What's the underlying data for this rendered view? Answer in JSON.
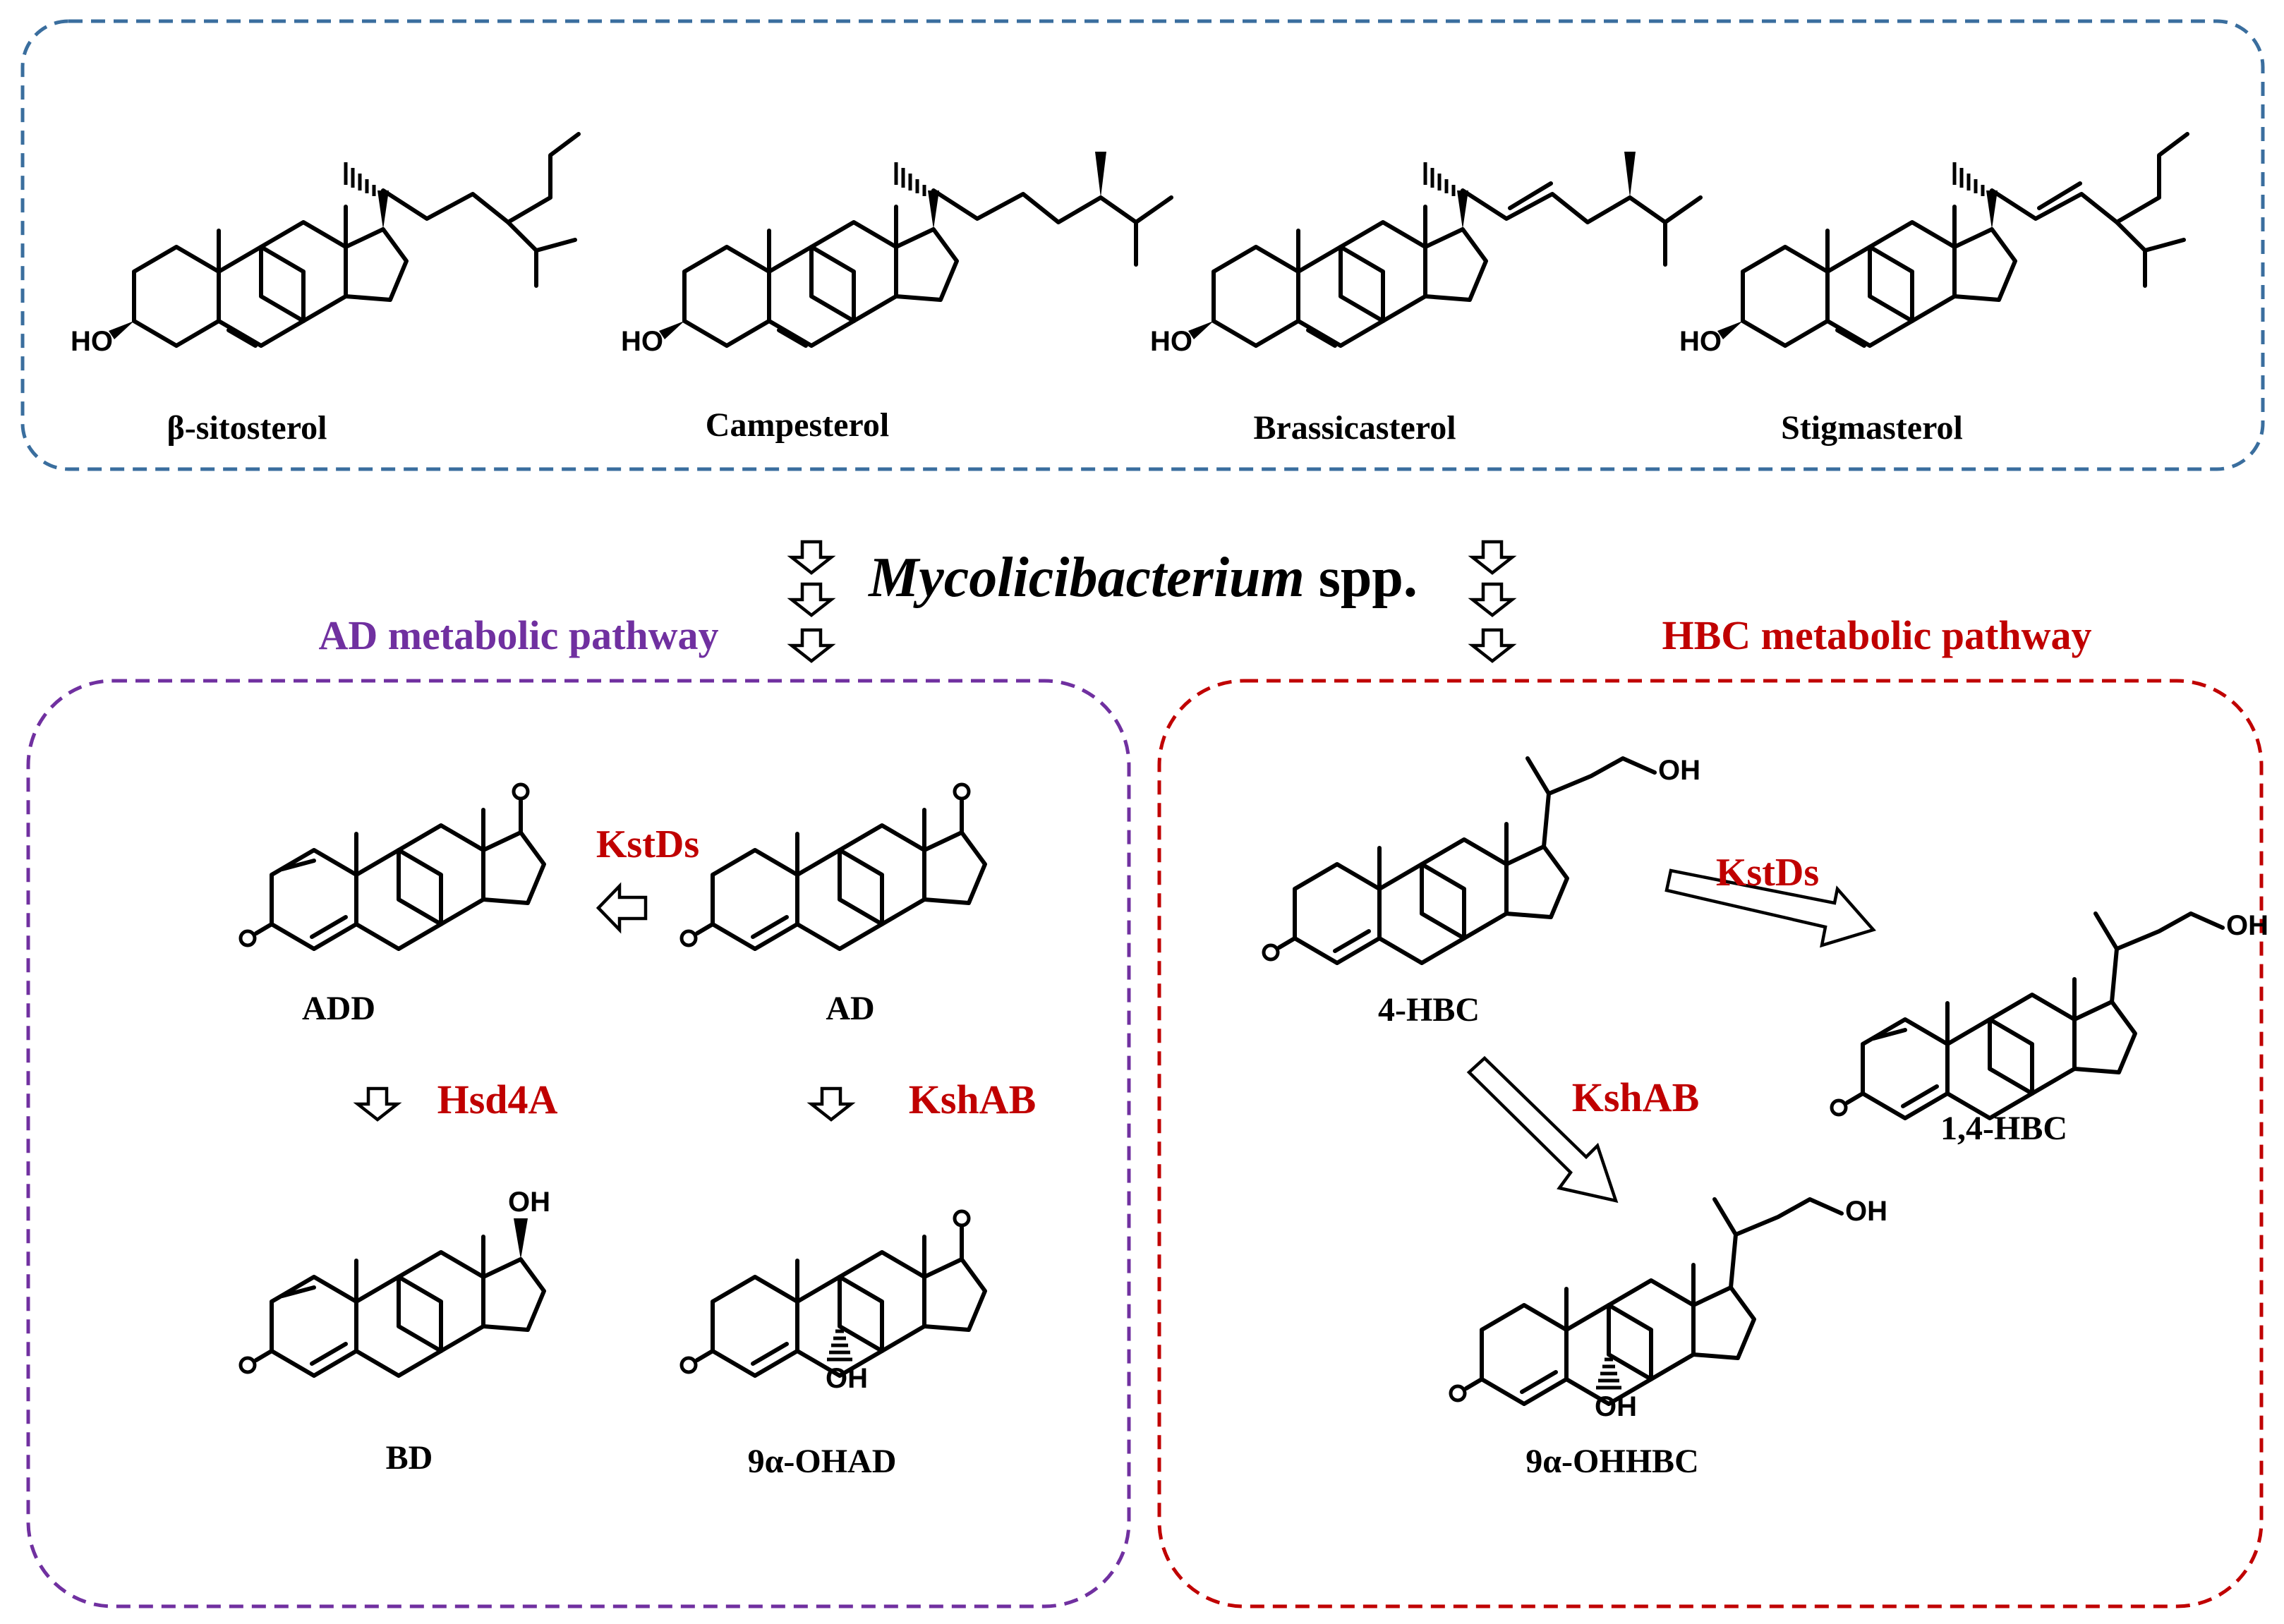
{
  "sterols": {
    "beta_sitosterol": "β-sitosterol",
    "campesterol": "Campesterol",
    "brassicasterol": "Brassicasterol",
    "stigmasterol": "Stigmasterol"
  },
  "organism": {
    "genus": "Mycolicibacterium",
    "suffix": " spp."
  },
  "pathways": {
    "ad": {
      "title": "AD metabolic pathway",
      "color": "#7030A0",
      "compounds": {
        "add": "ADD",
        "ad": "AD",
        "bd": "BD",
        "ohad": "9α-OHAD"
      },
      "enzymes": {
        "kstds": "KstDs",
        "hsd4a": "Hsd4A",
        "kshab": "KshAB"
      }
    },
    "hbc": {
      "title": "HBC metabolic pathway",
      "color": "#C00000",
      "compounds": {
        "hbc4": "4-HBC",
        "hbc14": "1,4-HBC",
        "ohhbc": "9α-OHHBC"
      },
      "enzymes": {
        "kstds": "KstDs",
        "kshab": "KshAB"
      }
    }
  },
  "atoms": {
    "hydroxyl_left": "HO",
    "hydroxyl_right": "OH",
    "oxygen": "O"
  },
  "colors": {
    "sterol_box": "#3A6E9E",
    "enzyme": "#C00000",
    "ad_box": "#7030A0",
    "hbc_box": "#C00000"
  },
  "icons": [
    "hollow-down-arrow-icon",
    "hollow-left-arrow-icon",
    "hollow-diagonal-arrow-icon"
  ]
}
